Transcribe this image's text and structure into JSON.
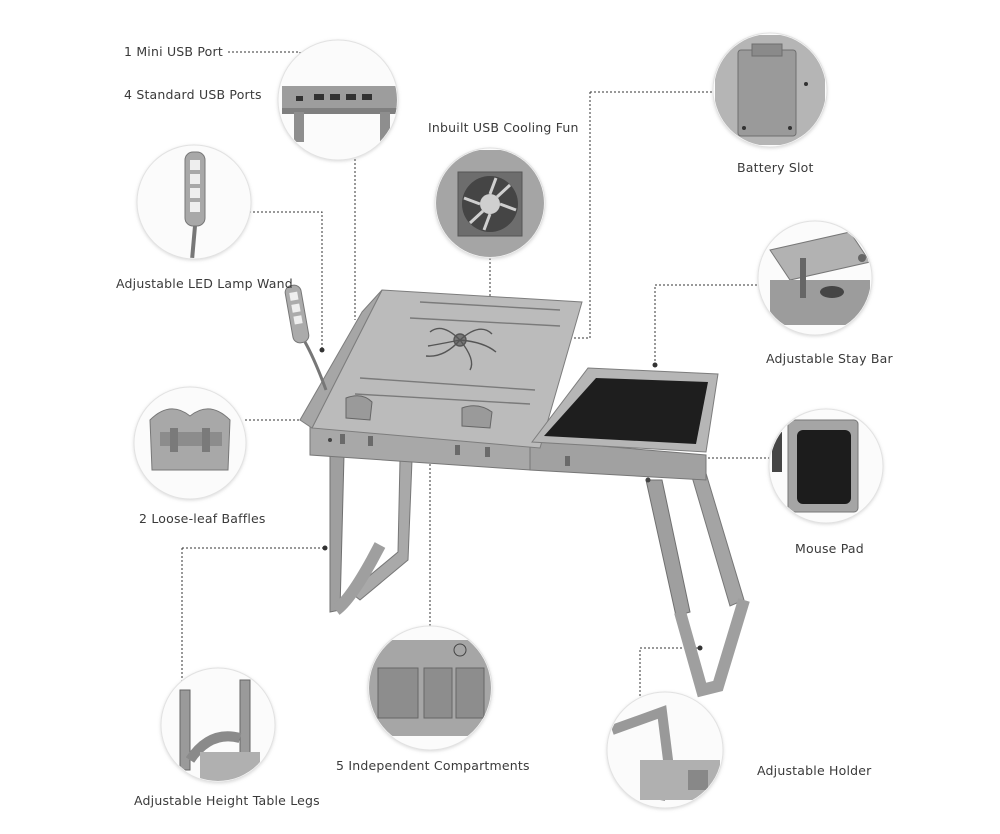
{
  "labels": {
    "mini_usb": "1 Mini USB Port",
    "std_usb": "4 Standard USB Ports",
    "cooling_fan": "Inbuilt USB Cooling Fun",
    "battery": "Battery Slot",
    "lamp": "Adjustable LED Lamp Wand",
    "stay_bar": "Adjustable Stay Bar",
    "baffles": "2 Loose-leaf Baffles",
    "mouse_pad": "Mouse Pad",
    "legs": "Adjustable Height Table Legs",
    "compartments": "5 Independent Compartments",
    "holder": "Adjustable Holder"
  }
}
